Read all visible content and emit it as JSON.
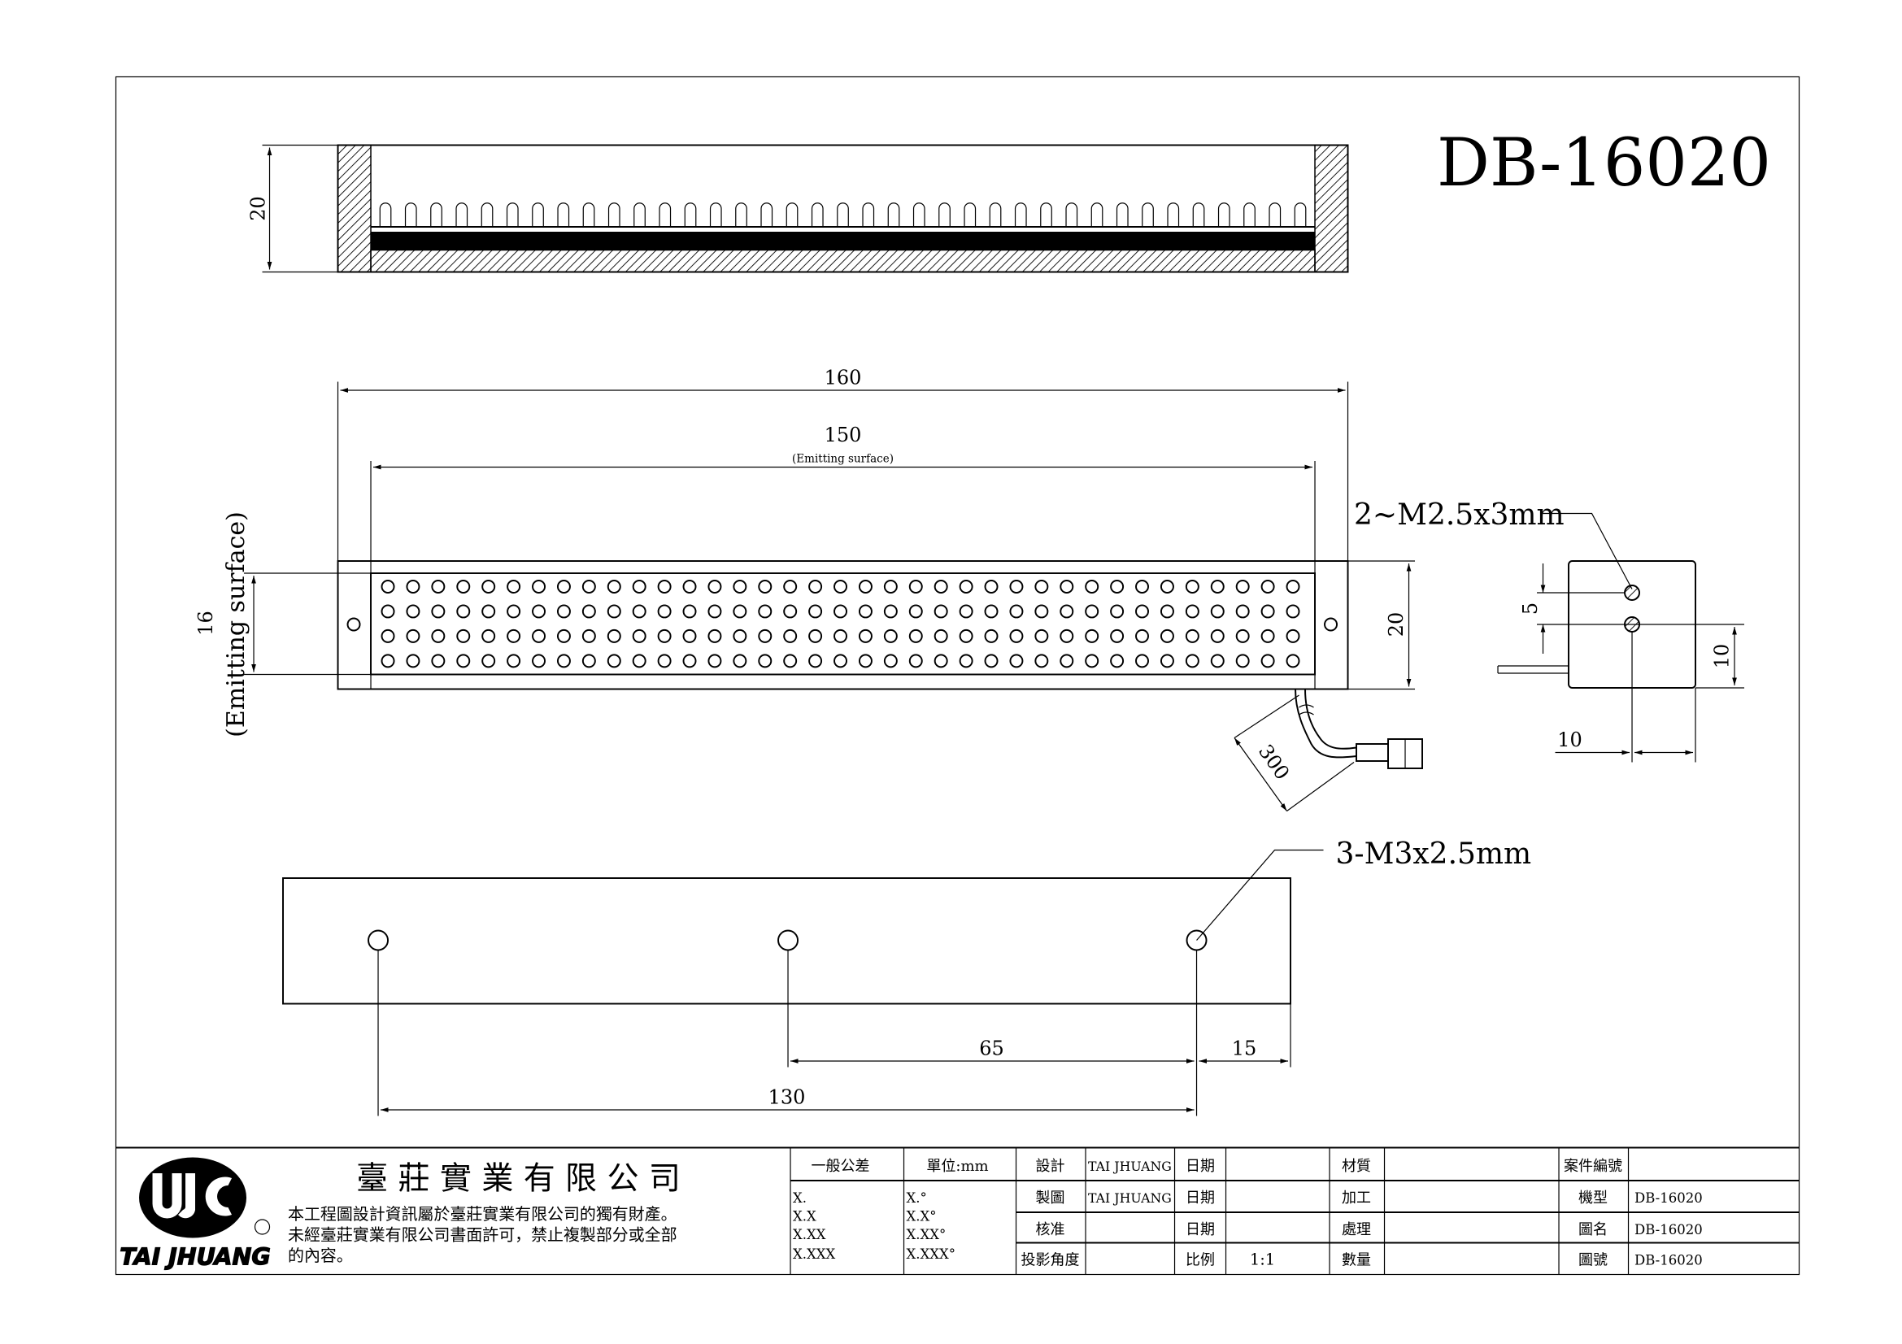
{
  "title": "DB-16020",
  "colors": {
    "line": "#000000",
    "background": "#ffffff"
  },
  "side_view": {
    "height_dim": "20",
    "led_count": 37
  },
  "front_view": {
    "length_dim": "160",
    "emitting_length_dim": "150",
    "emitting_length_note": "(Emitting surface)",
    "emitting_height_dim": "16",
    "emitting_height_note": "(Emitting surface)",
    "height_dim": "20",
    "led_rows": 4,
    "led_cols": 37,
    "cable_length_dim": "300"
  },
  "end_view": {
    "screw_callout": "2~M2.5x3mm",
    "hole_spacing_dim": "5",
    "hole_height_dim": "10",
    "hole_offset_dim": "10"
  },
  "bottom_view": {
    "screw_callout": "3-M3x2.5mm",
    "dim_65": "65",
    "dim_15": "15",
    "dim_130": "130"
  },
  "title_block": {
    "company": "臺 莊 實 業 有 限 公 司",
    "logo_text": "TAI JHUANG",
    "notice": [
      "本工程圖設計資訊屬於臺莊實業有限公司的獨有財產。",
      "未經臺莊實業有限公司書面許可，禁止複製部分或全部",
      "的內容。"
    ],
    "tolerance_header": "一般公差",
    "unit_header": "單位:mm",
    "tolerance_linear": [
      "X.",
      "X.X",
      "X.XX",
      "X.XXX"
    ],
    "tolerance_angular": [
      "X.°",
      "X.X°",
      "X.XX°",
      "X.XXX°"
    ],
    "rows": [
      {
        "label": "設計",
        "value": "TAI JHUANG",
        "date_label": "日期",
        "date": "",
        "k2": "材質",
        "v2": "",
        "k3": "案件編號",
        "v3": ""
      },
      {
        "label": "製圖",
        "value": "TAI JHUANG",
        "date_label": "日期",
        "date": "",
        "k2": "加工",
        "v2": "",
        "k3": "機型",
        "v3": "DB-16020"
      },
      {
        "label": "核准",
        "value": "",
        "date_label": "日期",
        "date": "",
        "k2": "處理",
        "v2": "",
        "k3": "圖名",
        "v3": "DB-16020"
      },
      {
        "label": "投影角度",
        "value": "",
        "date_label": "比例",
        "date": "1:1",
        "k2": "數量",
        "v2": "",
        "k3": "圖號",
        "v3": "DB-16020"
      }
    ]
  }
}
